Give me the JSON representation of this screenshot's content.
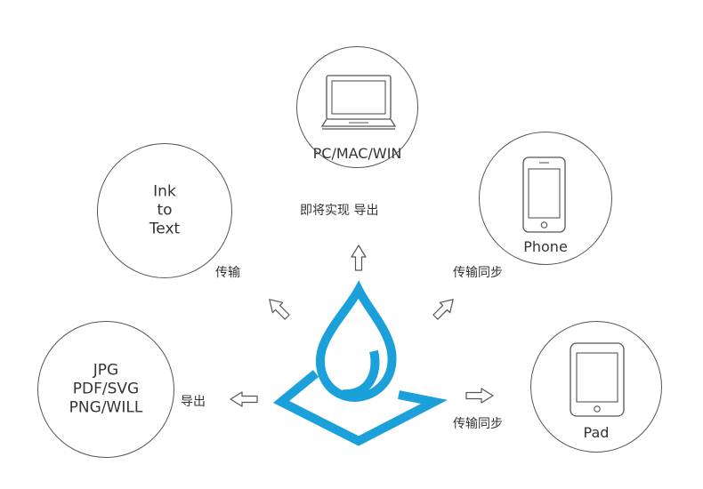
{
  "nodes": {
    "laptop": {
      "label": "PC/MAC/WIN",
      "icon": "laptop-icon"
    },
    "ink_to_text": {
      "lines": [
        "Ink",
        "to",
        "Text"
      ]
    },
    "phone": {
      "label": "Phone",
      "icon": "smartphone-icon"
    },
    "formats": {
      "lines": [
        "JPG",
        "PDF/SVG",
        "PNG/WILL"
      ]
    },
    "pad": {
      "label": "Pad",
      "icon": "tablet-icon"
    }
  },
  "edge_labels": {
    "to_laptop": "即将实现 导出",
    "to_ink_to_text": "传输",
    "to_phone": "传输同步",
    "to_formats": "导出",
    "to_pad": "传输同步"
  },
  "colors": {
    "logo": "#1ba0d9",
    "outline": "#555555",
    "text": "#333333"
  },
  "center_logo": {
    "icon": "ink-drop-logo-icon"
  }
}
